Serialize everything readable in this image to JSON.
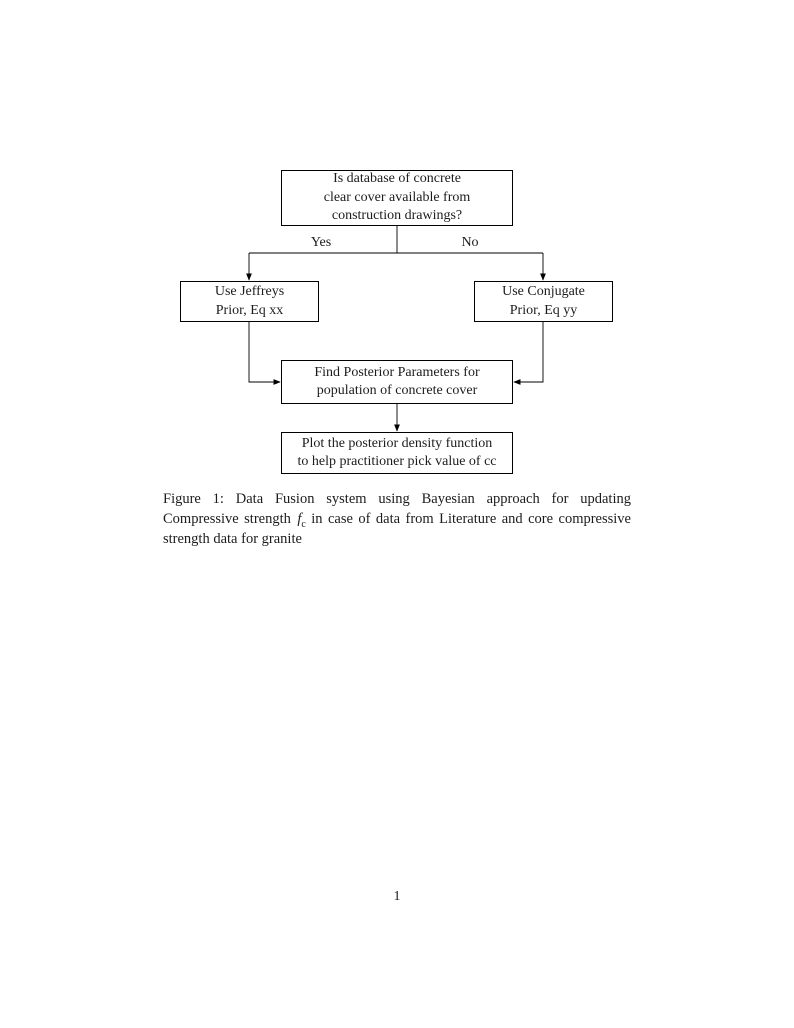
{
  "page": {
    "number": "1",
    "background_color": "#ffffff",
    "text_color": "#1c1c1c"
  },
  "flowchart": {
    "line_color": "#000000",
    "box_border_color": "#000000",
    "box_fill": "#ffffff",
    "nodes": {
      "question": {
        "lines": [
          "Is database of concrete",
          "clear cover available from",
          "construction drawings?"
        ]
      },
      "jeffreys": {
        "lines": [
          "Use Jeffreys",
          "Prior, Eq xx"
        ]
      },
      "conjugate": {
        "lines": [
          "Use Conjugate",
          "Prior, Eq yy"
        ]
      },
      "posterior": {
        "lines": [
          "Find Posterior Parameters for",
          "population of concrete cover"
        ]
      },
      "plot": {
        "lines": [
          "Plot the posterior density function",
          "to help practitioner pick value of cc"
        ]
      }
    },
    "edge_labels": {
      "yes": "Yes",
      "no": "No"
    }
  },
  "caption": {
    "part1": "Figure 1: Data Fusion system using Bayesian approach for updating Compressive strength ",
    "math_var": "f",
    "math_sub": "c",
    "part2": " in case of data from Literature and core compressive strength data for granite"
  }
}
